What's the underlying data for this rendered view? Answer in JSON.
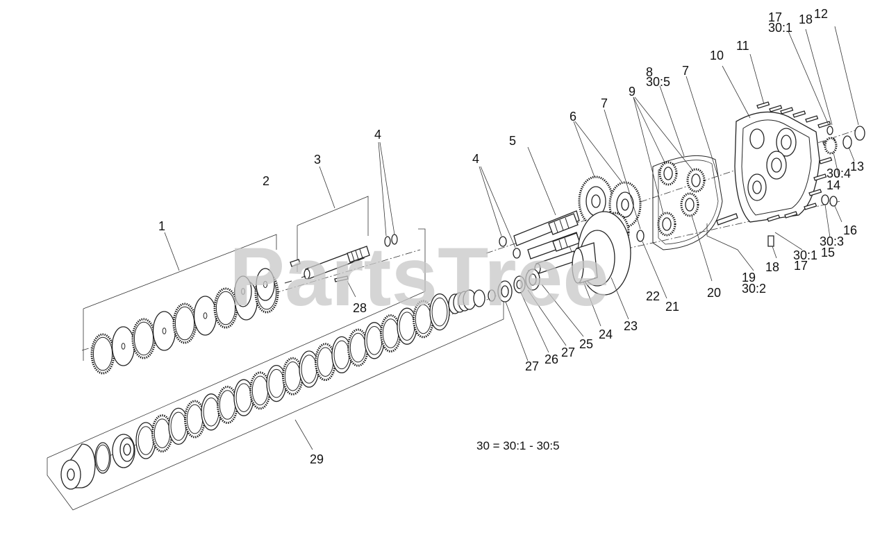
{
  "watermark": "PartsTree",
  "legend_text": "30 = 30:1 - 30:5",
  "callouts": [
    {
      "id": "c1",
      "text": "1"
    },
    {
      "id": "c2",
      "text": "2"
    },
    {
      "id": "c3",
      "text": "3"
    },
    {
      "id": "c4a",
      "text": "4"
    },
    {
      "id": "c4b",
      "text": "4"
    },
    {
      "id": "c5",
      "text": "5"
    },
    {
      "id": "c6",
      "text": "6"
    },
    {
      "id": "c7a",
      "text": "7"
    },
    {
      "id": "c7b",
      "text": "7"
    },
    {
      "id": "c8",
      "text": "8"
    },
    {
      "id": "c30_5",
      "text": "30:5"
    },
    {
      "id": "c9",
      "text": "9"
    },
    {
      "id": "c10",
      "text": "10"
    },
    {
      "id": "c11",
      "text": "11"
    },
    {
      "id": "c17a",
      "text": "17"
    },
    {
      "id": "c30_1a",
      "text": "30:1"
    },
    {
      "id": "c18a",
      "text": "18"
    },
    {
      "id": "c12",
      "text": "12"
    },
    {
      "id": "c13",
      "text": "13"
    },
    {
      "id": "c30_4",
      "text": "30:4"
    },
    {
      "id": "c14",
      "text": "14"
    },
    {
      "id": "c16",
      "text": "16"
    },
    {
      "id": "c30_3",
      "text": "30:3"
    },
    {
      "id": "c30_1b",
      "text": "30:1"
    },
    {
      "id": "c15",
      "text": "15"
    },
    {
      "id": "c17b",
      "text": "17"
    },
    {
      "id": "c18b",
      "text": "18"
    },
    {
      "id": "c19",
      "text": "19"
    },
    {
      "id": "c30_2",
      "text": "30:2"
    },
    {
      "id": "c20",
      "text": "20"
    },
    {
      "id": "c21",
      "text": "21"
    },
    {
      "id": "c22",
      "text": "22"
    },
    {
      "id": "c23",
      "text": "23"
    },
    {
      "id": "c24",
      "text": "24"
    },
    {
      "id": "c25",
      "text": "25"
    },
    {
      "id": "c27a",
      "text": "27"
    },
    {
      "id": "c26",
      "text": "26"
    },
    {
      "id": "c27b",
      "text": "27"
    },
    {
      "id": "c28",
      "text": "28"
    },
    {
      "id": "c29",
      "text": "29"
    }
  ]
}
